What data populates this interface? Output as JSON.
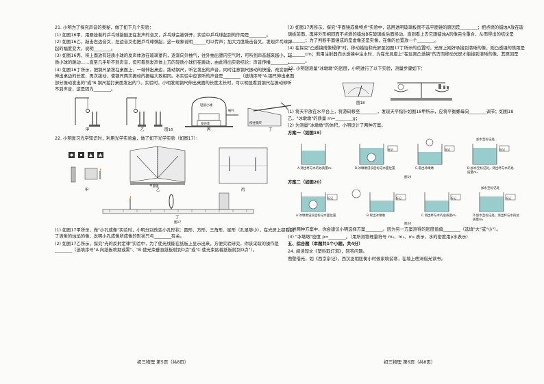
{
  "left": {
    "q21": {
      "intro": "21. 小明为了探究声音的奥秘，做了如下几个实验：",
      "p1": "(1) 如图16甲，用悬挂着的乒乓球接触正在发声的音叉，乒乓球会被弹开，实验中乒乓球起到的作用是________。",
      "p2": "(2) 如图16乙，敲击右边音叉，左边音叉也把乒乓球弹起，这一现象说明______可以传声；加大力度敲击音叉，发现乒乓球弹起的幅度变大，说明________。",
      "p3": "(3) 如图16丙，将上面放有轻质小球的发声体放在玻璃罩内，逐渐向外抽气，往外抽出罩内空气时，可听到声音越来越小，轻质小球的跳动……直至几乎听不到声音，但可看到发声体上方的轻质小球仍在跳动，由此得出实验结论：声音传播________。",
      "p4": "(4) 如图16丁所示，把钢尺紧按在桌面上，一端伸出桌边，拨动钢尺，听它发出的声音，同时注意钢尺振动的快慢，改变钢尺伸出桌边的长度，再次拨动，使钢尺两次振动的振幅大致相同。本实验中应该听的声音是________（选填序号\"A.钢尺伸出桌面部分振动发出的\"或\"B.钢尺拍打桌面发出的\"）。实验时，小明发现钢尺伸出桌面的长度太长时，可以明显看到钢尺在振动却听不到声音，这是因为________。",
      "fig_labels": [
        "甲",
        "乙",
        "丙",
        "丁"
      ],
      "fig_caption": "图16",
      "fig_text": [
        "轻质小球",
        "发声体",
        "抽气",
        "按住钢尺"
      ]
    },
    "q22": {
      "intro": "22. 小明复习光学知识时，利用光学实验盒，做了如下光学实验（如图17）：",
      "fig_labels": [
        "甲",
        "乙",
        "丙",
        "丁"
      ],
      "fig_caption": "图17",
      "fig_text": [
        "平面镜"
      ],
      "p1": "(1) 如图17甲所示，做\"小孔成像\"实验时，小明分别改变小孔形状：圆形、方形、三角形、星形（孔足够小），在光屏上都看到了清晰的烛焰的像，说明小孔成像所成像的形状只与________有关。",
      "p2": "(2) 如图17乙所示，探究\"光的反射定律\"实验中，为了使光线能在纸板上显示出来，方便实验研究，你该采取的操作是________（选填序号\"A.向纸板喷烟或雾\"、\"B.使光束垂直纸板射到O点\"或\"C.使光束贴着纸板射到O点\"）。"
    },
    "footer": "初三物理  第5页（共8页）"
  },
  "right": {
    "q22_cont": {
      "p3": "(3) 如图17丙所示，探究\"平面镜成像特点\"实验中，选用透明玻璃板而不选平面镜的原因是________；把点燃的蜡烛A放在玻璃板前面，再将外形相同而不点燃的蜡烛B在玻璃板后面移动，直到看上去它跟蜡烛A的像完全重合，从而得出的结论是________；为了判断平面镜成的是虚像还是实像，在像的位置放一个________。",
      "p4": "(4) 在探究\"凸透镜成像规律\"时，移动蜡烛和光屏至如图17丁所示的位置时，光屏上刚好承接到清晰的像，则凸透镜的焦距是________cm；若用注射器向水透镜中注水时，为在光具座上\"在远离凸透镜\"的方向移动光屏才能接到清晰的像，其原因是________。"
    },
    "q23": {
      "intro": "23. 小明想测量\"冰墩墩\"的密度，小明进行了以下实验，测量步骤如下：",
      "fig_caption": "图18",
      "p1": "(1) 将天平放在水平台上，将游码移至________，发现天平指针如图18甲所示，应将平衡螺母向________调节；如图18乙，\"冰墩墩\"的质量 m=________g；",
      "p2": "(2) 为测量\"冰墩墩\"的体积，小明设计了两种方案。",
      "plan1": "方案一（如图19）",
      "plan1_steps": [
        "A.测出杯与水的总质量m₁",
        "B.冰墩墩浸没后标记水面位置",
        "C.取出冰墩墩",
        "D.加水至标记处，测出杯与水的总质量m₂"
      ],
      "plan1_caption": "图19",
      "plan1_tag": "加水至标记处",
      "plan2": "方案二（如图20）",
      "plan2_steps": [
        "A.冰墩墩浸没后标记水面位置",
        "B.取出冰墩墩",
        "C.测出杯与水的总质量m₁",
        "D.加水至标记处，测出杯与水的总质量m₂"
      ],
      "plan2_caption": "图20",
      "plan2_tag": "加水至标记处",
      "mark": "标记",
      "p3": "上述两种方案中，你会建议小明选择方案________。因为另一方案测得的密度值偏________（选填\"大\"或\"小\"）。",
      "p4": "(3) \"冰墩墩\"密度 ρ=________。（用所测物理量符号 m₀、m₁、m₂ 表示，水的密度用ρ水表示）"
    },
    "section5": {
      "title": "五、综合题（本题共1个小题，共4分）",
      "q24": "24. 阅读短文《塑料取灯泡》，回答问题。",
      "text": "凿壁借光，如《西京杂记》，西汉丞相匡衡小时候家境贫寒，在墙上凿洞借光读书。"
    },
    "footer": "初三物理  第6页（共8页）"
  }
}
